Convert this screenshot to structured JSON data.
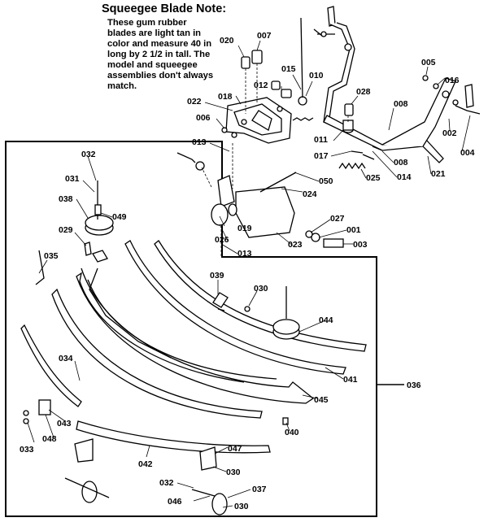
{
  "note": {
    "title": "Squeegee Blade Note:",
    "lines": [
      "These gum rubber",
      "blades are light tan in",
      "color and measure 40 in",
      "long by 2 1/2 in tall. The",
      "model and squeegee",
      "assemblies don't always",
      "match."
    ]
  },
  "parts": [
    {
      "id": "p020",
      "text": "020"
    },
    {
      "id": "p007",
      "text": "007"
    },
    {
      "id": "p015",
      "text": "015"
    },
    {
      "id": "p010",
      "text": "010"
    },
    {
      "id": "p012",
      "text": "012"
    },
    {
      "id": "p005",
      "text": "005"
    },
    {
      "id": "p016",
      "text": "016"
    },
    {
      "id": "p028",
      "text": "028"
    },
    {
      "id": "p022",
      "text": "022"
    },
    {
      "id": "p018",
      "text": "018"
    },
    {
      "id": "p008a",
      "text": "008"
    },
    {
      "id": "p006",
      "text": "006"
    },
    {
      "id": "p002",
      "text": "002"
    },
    {
      "id": "p004",
      "text": "004"
    },
    {
      "id": "p011",
      "text": "011"
    },
    {
      "id": "p013a",
      "text": "013"
    },
    {
      "id": "p017",
      "text": "017"
    },
    {
      "id": "p008b",
      "text": "008"
    },
    {
      "id": "p014",
      "text": "014"
    },
    {
      "id": "p021",
      "text": "021"
    },
    {
      "id": "p032a",
      "text": "032"
    },
    {
      "id": "p025",
      "text": "025"
    },
    {
      "id": "p050",
      "text": "050"
    },
    {
      "id": "p031",
      "text": "031"
    },
    {
      "id": "p024",
      "text": "024"
    },
    {
      "id": "p038",
      "text": "038"
    },
    {
      "id": "p049",
      "text": "049"
    },
    {
      "id": "p027",
      "text": "027"
    },
    {
      "id": "p019",
      "text": "019"
    },
    {
      "id": "p001",
      "text": "001"
    },
    {
      "id": "p029",
      "text": "029"
    },
    {
      "id": "p026",
      "text": "026"
    },
    {
      "id": "p023",
      "text": "023"
    },
    {
      "id": "p003",
      "text": "003"
    },
    {
      "id": "p013b",
      "text": "013"
    },
    {
      "id": "p035",
      "text": "035"
    },
    {
      "id": "p039",
      "text": "039"
    },
    {
      "id": "p030a",
      "text": "030"
    },
    {
      "id": "p044",
      "text": "044"
    },
    {
      "id": "p034",
      "text": "034"
    },
    {
      "id": "p041",
      "text": "041"
    },
    {
      "id": "p036",
      "text": "036"
    },
    {
      "id": "p045",
      "text": "045"
    },
    {
      "id": "p043",
      "text": "043"
    },
    {
      "id": "p040",
      "text": "040"
    },
    {
      "id": "p048",
      "text": "048"
    },
    {
      "id": "p033",
      "text": "033"
    },
    {
      "id": "p042",
      "text": "042"
    },
    {
      "id": "p047",
      "text": "047"
    },
    {
      "id": "p030b",
      "text": "030"
    },
    {
      "id": "p032b",
      "text": "032"
    },
    {
      "id": "p037",
      "text": "037"
    },
    {
      "id": "p046",
      "text": "046"
    },
    {
      "id": "p030c",
      "text": "030"
    }
  ]
}
